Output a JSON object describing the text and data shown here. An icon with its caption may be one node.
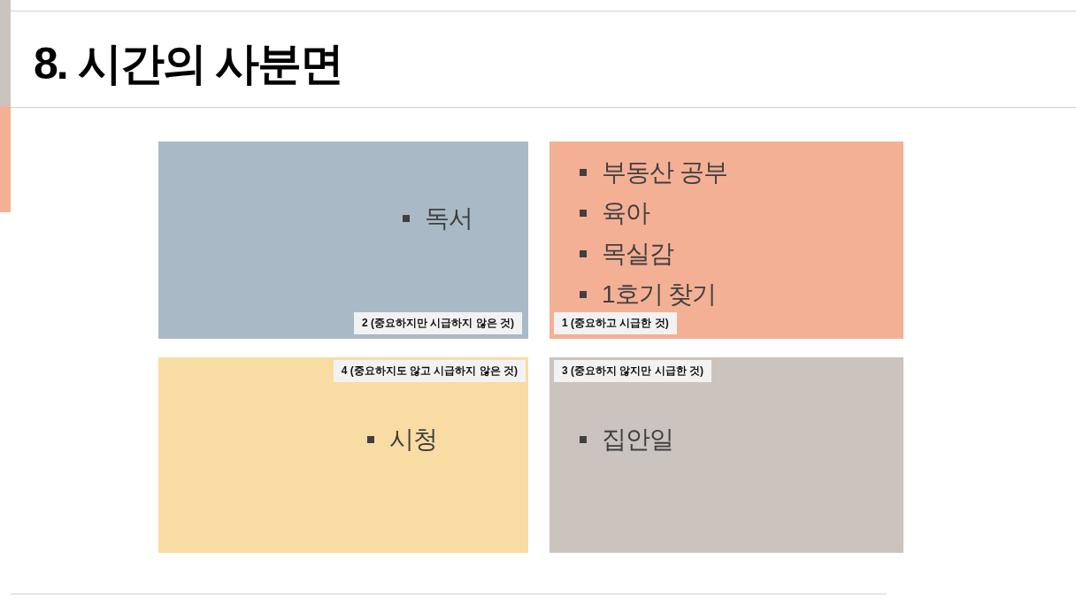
{
  "diagram": {
    "title": "8. 시간의 사분면",
    "nodes": [
      {
        "text": [
          "독서"
        ]
      },
      {
        "text": [
          "2 (중요하지만 시급하지 않은 것)"
        ],
        "in": 0
      },
      {
        "text": [
          "부동산 공부",
          "육아",
          "목실감",
          "1호기 찾기"
        ]
      },
      {
        "text": [
          "1 (중요하고 시급한 것)"
        ],
        "in": 2
      },
      {
        "text": [
          "시청"
        ]
      },
      {
        "text": [
          "4 (중요하지도 않고 시급하지 않은 것)"
        ],
        "in": 4
      },
      {
        "text": [
          "집안일"
        ]
      },
      {
        "text": [
          "3 (중요하지 않지만 시급한 것)"
        ],
        "in": 6
      }
    ]
  }
}
